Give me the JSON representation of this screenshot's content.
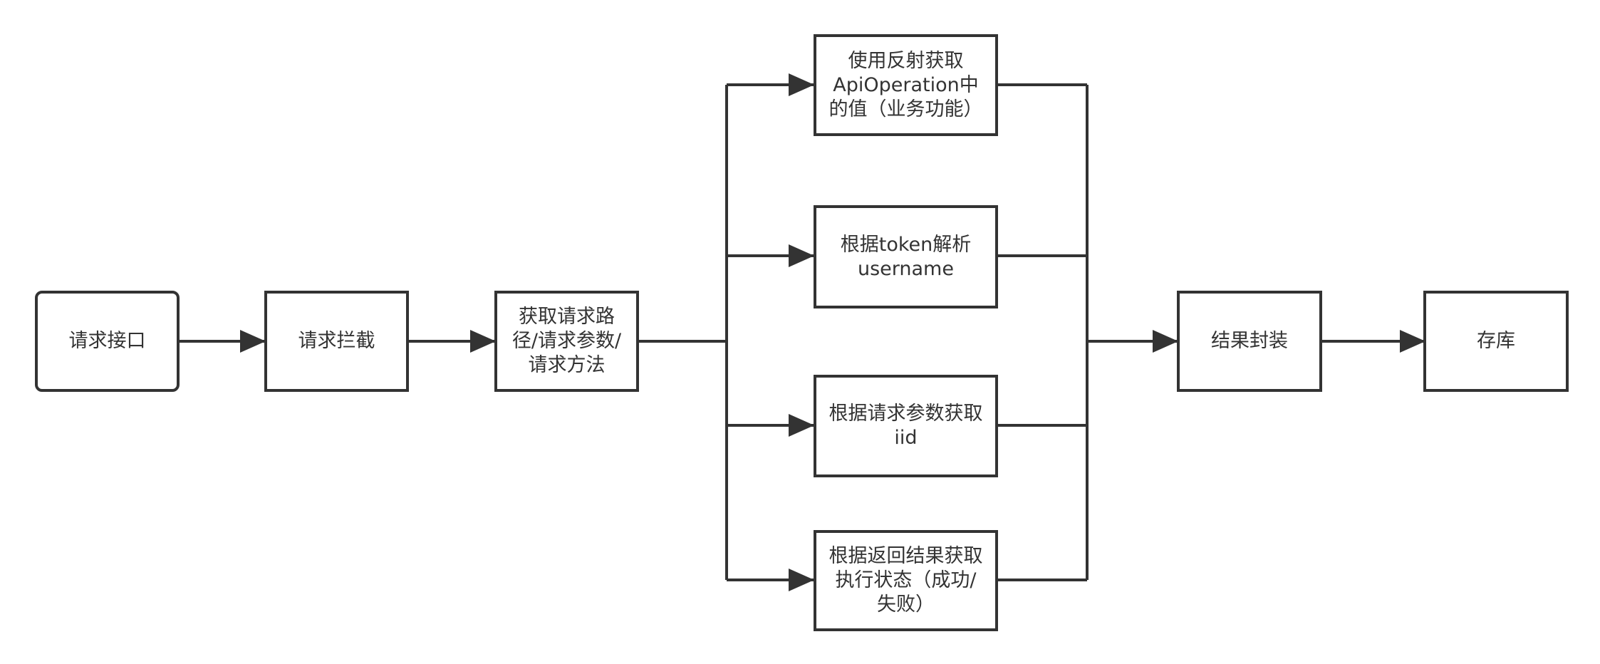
{
  "diagram": {
    "nodes": {
      "request_api": "请求接口",
      "request_intercept": "请求拦截",
      "get_request_info": "获取请求路\n径/请求参数/\n请求方法",
      "reflect_apioperation": "使用反射获取\nApiOperation中\n的值（业务功能）",
      "token_username": "根据token解析\nusername",
      "param_iid": "根据请求参数获取\niid",
      "result_status": "根据返回结果获取\n执行状态（成功/\n失败）",
      "result_package": "结果封装",
      "store_db": "存库"
    },
    "edges": [
      {
        "from": "request_api",
        "to": "request_intercept"
      },
      {
        "from": "request_intercept",
        "to": "get_request_info"
      },
      {
        "from": "get_request_info",
        "to": "reflect_apioperation"
      },
      {
        "from": "get_request_info",
        "to": "token_username"
      },
      {
        "from": "get_request_info",
        "to": "param_iid"
      },
      {
        "from": "get_request_info",
        "to": "result_status"
      },
      {
        "from": "reflect_apioperation",
        "to": "result_package"
      },
      {
        "from": "token_username",
        "to": "result_package"
      },
      {
        "from": "param_iid",
        "to": "result_package"
      },
      {
        "from": "result_status",
        "to": "result_package"
      },
      {
        "from": "result_package",
        "to": "store_db"
      }
    ],
    "colors": {
      "stroke": "#333333",
      "text": "#333333",
      "background": "#ffffff"
    }
  }
}
